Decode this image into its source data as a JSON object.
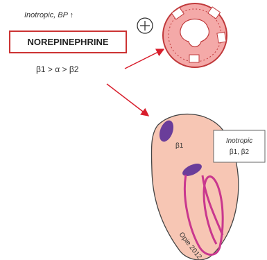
{
  "drug_effect": "Inotropic, BP ↑",
  "drug_name": "NOREPINEPHRINE",
  "selectivity": "β1 > α > β2",
  "plus_symbol": "+",
  "heart_receptor": "β1",
  "heart_effect_title": "Inotropic",
  "heart_effect_receptors": "β1, β2",
  "signature": "Opie 2012",
  "colors": {
    "box_border": "#cc3333",
    "arrow": "#d81e2c",
    "vessel_fill": "#f4a9a8",
    "vessel_stroke": "#c0393b",
    "heart_fill": "#f7c6b4",
    "heart_receptor": "#6a3d9a",
    "conduction": "#c9378e"
  }
}
